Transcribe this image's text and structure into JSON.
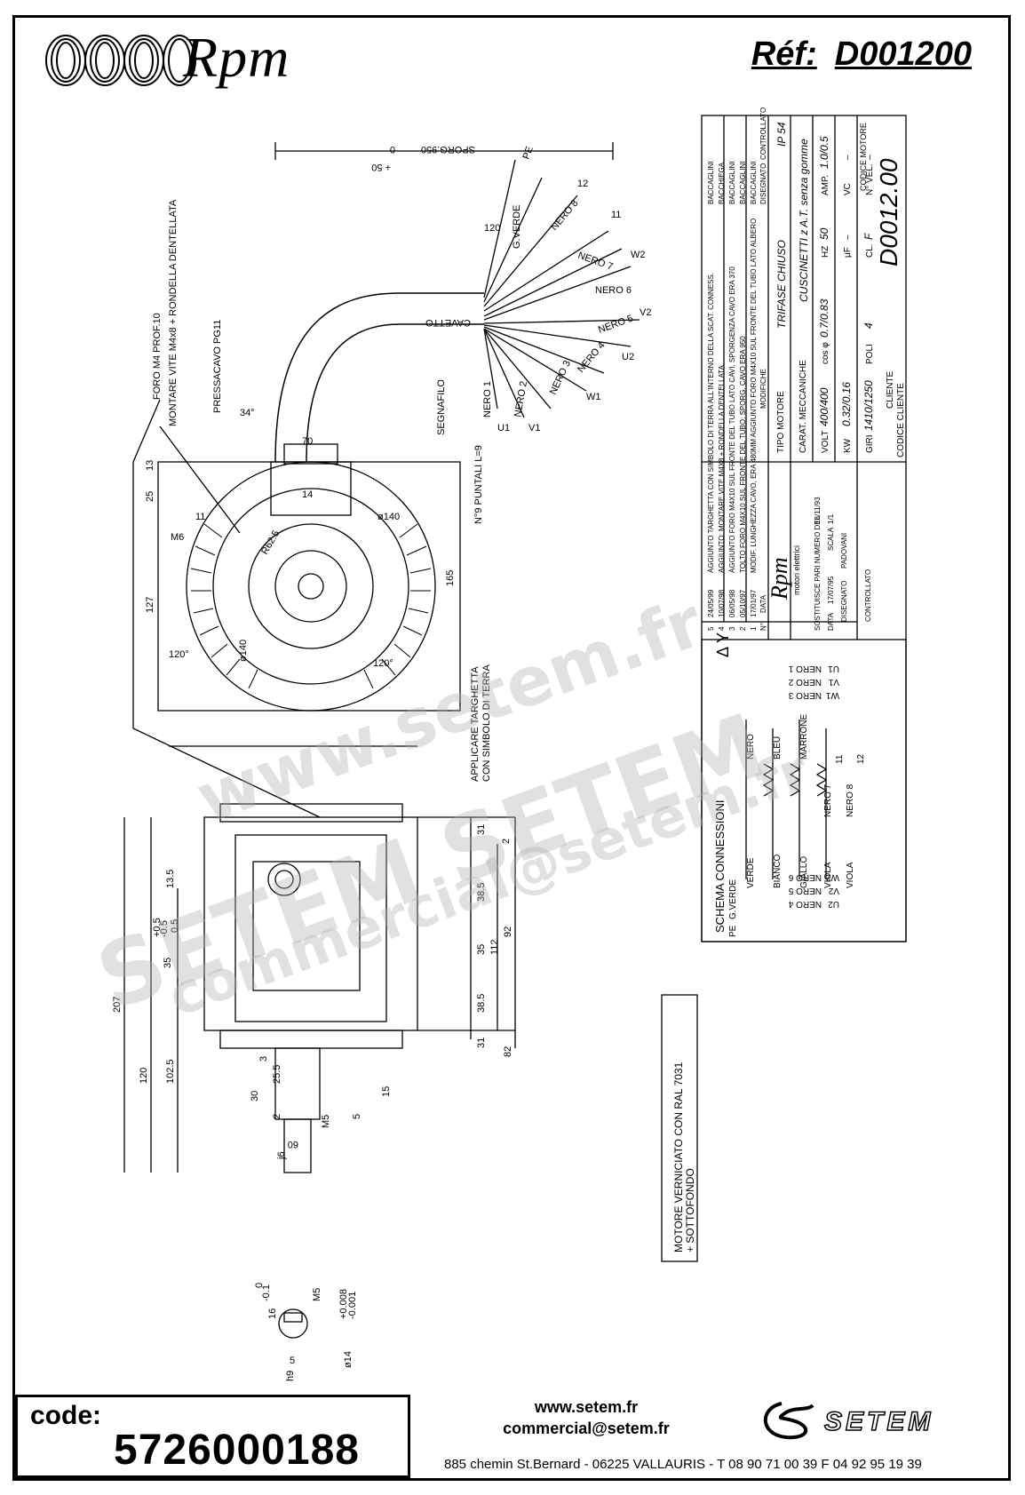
{
  "header": {
    "brand": "Rpm",
    "ref_label": "Réf:",
    "ref_value": "D001200"
  },
  "drawing": {
    "top_notes": [
      "FORO M4 PROF.10",
      "MONTARE VITE M4x8 + RONDELLA DENTELLATA",
      "PRESSACAVO PG11",
      "SEGNAFILO",
      "N°9 PUNTALI L=9",
      "CAVETTO",
      "SPORG.950",
      "0",
      "+ 50",
      "G.VERDE",
      "PE"
    ],
    "wire_labels": [
      "NERO 1",
      "NERO 2",
      "NERO 3",
      "NERO 4",
      "NERO 5",
      "NERO 6",
      "NERO 7",
      "NERO 8",
      "U1",
      "V1",
      "W1",
      "U2",
      "V2",
      "W2",
      "11",
      "12"
    ],
    "dims": [
      "120",
      "70",
      "34°",
      "14",
      "25",
      "13",
      "127",
      "165",
      "M6",
      "11",
      "R62.5",
      "ø140",
      "ø140",
      "120°",
      "120°",
      "207",
      "120",
      "102.5",
      "35",
      "0.5",
      "+0.5",
      "-0.5",
      "13.5",
      "31",
      "2",
      "38.5",
      "35",
      "38.5",
      "31",
      "92",
      "112",
      "82",
      "30",
      "3",
      "25.5",
      "2",
      "15",
      "5",
      "M5",
      "60",
      "j6",
      "16",
      "0",
      "-0.1",
      "M5",
      "+0.008",
      "-0.001",
      "ø14",
      "5",
      "h9"
    ],
    "notes": [
      "APPLICARE TARGHETTA",
      "CON SIMBOLO DI TERRA",
      "MOTORE VERNICIATO CON RAL 7031",
      "+ SOTTOFONDO"
    ],
    "schema": {
      "title": "SCHEMA CONNESSIONI",
      "colors": [
        "VERDE",
        "BIANCO",
        "GIALLO",
        "NERO",
        "BLEU",
        "MARRONE",
        "VIOLA",
        "VIOLA",
        "NERO 7",
        "NERO 8"
      ],
      "terminals": [
        "NERO 1",
        "U1",
        "NERO 2",
        "V1",
        "NERO 3",
        "W1",
        "NERO 4",
        "U2",
        "NERO 5",
        "V2",
        "NERO 6",
        "W2",
        "G.VERDE",
        "PE",
        "11",
        "12"
      ],
      "symbols": "Δ  Y"
    },
    "revisions": {
      "header": [
        "N°",
        "DATA",
        "MODIFICHE",
        "DISEGNATO",
        "CONTROLLATO"
      ],
      "rows": [
        [
          "5",
          "24/05/99",
          "AGGIUNTO TARGHETTA CON SIMBOLO DI TERRA ALL'INTERNO DELLA SCAT. CONNESS.",
          "BACCAGLINI",
          ""
        ],
        [
          "4",
          "10/07/98",
          "AGGIUNTO: MONTARE VITE M4X8 + RONDELLA DENTELLATA",
          "BACCHIEGA",
          ""
        ],
        [
          "3",
          "06/05/98",
          "AGGIUNTO FORO M4X10 SUL FRONTE DEL TUBO LATO CAVI, SPORGENZA CAVO ERA 370",
          "BACCAGLINI",
          ""
        ],
        [
          "2",
          "05/10/97",
          "TOLTO FORO M4X10 SUL FRONTE DEL TUBO; SPORG. CAVO ERA 950",
          "BACCAGLINI",
          ""
        ],
        [
          "1",
          "17/01/97",
          "MODIF. LUNGHEZZA CAVO, ERA 480MM AGGIUNTO FORO M4X10 SUL FRONTE DEL TUBO LATO ALBERO",
          "BACCAGLINI",
          ""
        ]
      ]
    },
    "spec": {
      "tipo_motore_label": "TIPO MOTORE",
      "tipo_motore": "TRIFASE CHIUSO",
      "ip": "IP 54",
      "caratt_label": "CARAT. MECCANICHE",
      "caratt": "CUSCINETTI z A.T. senza gomme",
      "volt_label": "VOLT",
      "volt": "400/400",
      "cos_label": "cos φ",
      "cos": "0.7/0.83",
      "hz_label": "HZ",
      "hz": "50",
      "amp_label": "AMP.",
      "amp": "1.0/0.5",
      "kw_label": "KW",
      "kw": "0.32/0.16",
      "uf_label": "μF",
      "uf": "–",
      "vc_label": "VC",
      "vc": "–",
      "giri_label": "GIRI",
      "giri": "1410/1250",
      "poli_label": "POLI",
      "poli": "4",
      "cl_label": "CL.",
      "cl": "F",
      "nvel_label": "N° VEL.",
      "nvel": "–",
      "cliente_label": "CLIENTE",
      "codice_motore_label": "CODICE MOTORE",
      "codice_motore": "D0012.00",
      "codice_cliente_label": "CODICE CLIENTE",
      "rpm": "Rpm",
      "motori": "motori elettrici",
      "sostituisce": "SOSTITUISCE PARI NUMERO DEL",
      "sostituisce_data": "18/11/93",
      "data_label": "DATA",
      "data": "17/07/95",
      "scala_label": "SCALA",
      "scala": "1/1",
      "disegnato_label": "DISEGNATO",
      "disegnato": "PADOVANI",
      "controllato_label": "CONTROLLATO"
    }
  },
  "watermark": {
    "url": "www.setem.fr",
    "brand": "SETEM  SETEM",
    "email": "commercial@setem.fr"
  },
  "footer": {
    "code_label": "code:",
    "code_value": "5726000188",
    "website": "www.setem.fr",
    "email": "commercial@setem.fr",
    "address": "885 chemin St.Bernard  -  06225 VALLAURIS  -  T 08 90 71 00 39   F 04 92 95 19 39",
    "company": "SETEM"
  }
}
